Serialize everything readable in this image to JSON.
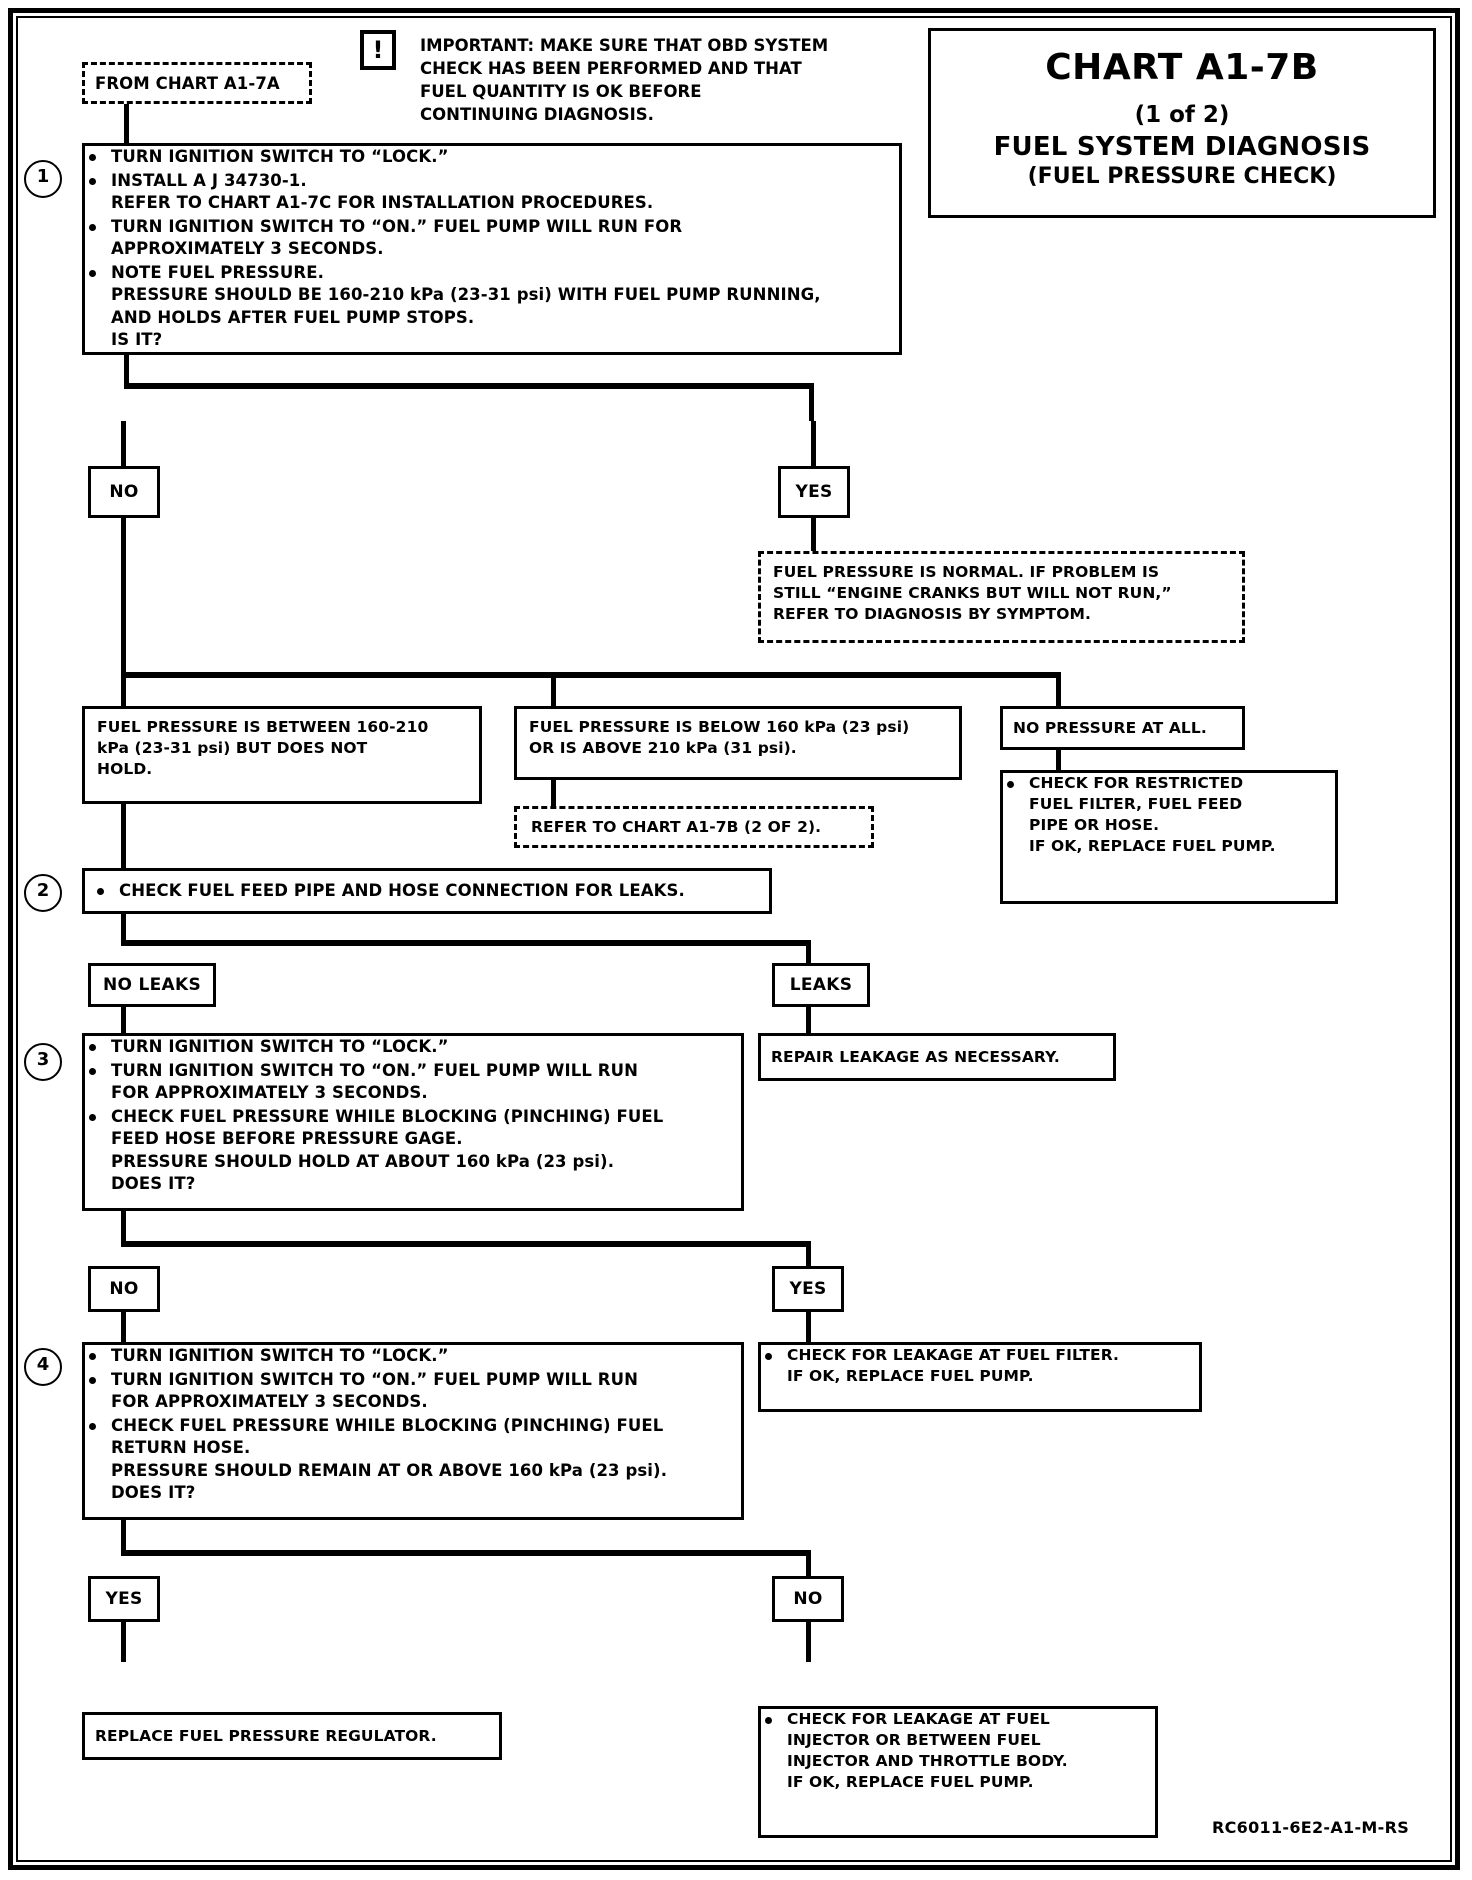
{
  "title": {
    "chart_id": "CHART A1-7B",
    "page_of": "(1 of 2)",
    "name": "FUEL SYSTEM DIAGNOSIS",
    "subtitle": "(FUEL PRESSURE CHECK)"
  },
  "important": {
    "icon": "exclamation-in-box",
    "line1": "IMPORTANT:  MAKE SURE THAT OBD SYSTEM",
    "line2": "CHECK HAS BEEN PERFORMED AND THAT",
    "line3": "FUEL QUANTITY IS OK BEFORE",
    "line4": "CONTINUING DIAGNOSIS."
  },
  "entry": {
    "label": "FROM CHART A1-7A"
  },
  "steps": {
    "one": {
      "number": "1",
      "bullets": [
        {
          "main": "TURN IGNITION SWITCH TO “LOCK.”",
          "subs": []
        },
        {
          "main": "INSTALL A J 34730-1.",
          "subs": [
            "REFER TO CHART A1-7C FOR INSTALLATION PROCEDURES."
          ]
        },
        {
          "main": "TURN IGNITION SWITCH TO “ON.”  FUEL PUMP WILL RUN FOR",
          "subs": [
            "APPROXIMATELY 3 SECONDS."
          ]
        },
        {
          "main": "NOTE FUEL PRESSURE.",
          "subs": [
            "PRESSURE SHOULD BE 160-210 kPa (23-31 psi) WITH FUEL PUMP RUNNING,",
            "AND HOLDS AFTER FUEL PUMP STOPS.",
            "IS IT?"
          ]
        }
      ]
    },
    "two": {
      "number": "2",
      "bullets": [
        {
          "main": "CHECK FUEL FEED PIPE AND HOSE CONNECTION FOR LEAKS.",
          "subs": []
        }
      ]
    },
    "three": {
      "number": "3",
      "bullets": [
        {
          "main": "TURN IGNITION SWITCH TO “LOCK.”",
          "subs": []
        },
        {
          "main": "TURN IGNITION SWITCH TO “ON.”  FUEL PUMP WILL RUN",
          "subs": [
            "FOR APPROXIMATELY 3 SECONDS."
          ]
        },
        {
          "main": "CHECK FUEL PRESSURE WHILE BLOCKING (PINCHING) FUEL",
          "subs": [
            "FEED HOSE BEFORE PRESSURE GAGE.",
            "PRESSURE SHOULD HOLD AT ABOUT 160 kPa (23 psi).",
            "DOES IT?"
          ]
        }
      ]
    },
    "four": {
      "number": "4",
      "bullets": [
        {
          "main": "TURN IGNITION SWITCH TO “LOCK.”",
          "subs": []
        },
        {
          "main": "TURN IGNITION SWITCH TO “ON.”  FUEL PUMP WILL RUN",
          "subs": [
            "FOR APPROXIMATELY 3 SECONDS."
          ]
        },
        {
          "main": "CHECK FUEL PRESSURE WHILE BLOCKING (PINCHING) FUEL",
          "subs": [
            "RETURN HOSE.",
            "PRESSURE SHOULD REMAIN AT OR ABOVE 160 kPa (23 psi).",
            "DOES IT?"
          ]
        }
      ]
    }
  },
  "labels": {
    "no_1": "NO",
    "yes_1": "YES",
    "no_leaks": "NO LEAKS",
    "leaks": "LEAKS",
    "no_3": "NO",
    "yes_3": "YES",
    "yes_4": "YES",
    "no_4": "NO"
  },
  "results": {
    "pressure_normal": {
      "line1": "FUEL PRESSURE IS NORMAL.  IF PROBLEM IS",
      "line2": "STILL “ENGINE CRANKS BUT WILL NOT RUN,”",
      "line3": "REFER TO  DIAGNOSIS BY SYMPTOM."
    },
    "between": {
      "line1": "FUEL PRESSURE IS BETWEEN 160-210",
      "line2": "kPa (23-31 psi) BUT DOES NOT",
      "line3": "HOLD."
    },
    "below_above": {
      "line1": "FUEL PRESSURE IS BELOW 160 kPa (23 psi)",
      "line2": "OR IS ABOVE 210 kPa (31 psi)."
    },
    "refer_2of2": {
      "text": "REFER TO CHART A1-7B (2 OF 2)."
    },
    "no_pressure": {
      "text": "NO PRESSURE AT ALL."
    },
    "check_restricted": {
      "bullet": "CHECK FOR RESTRICTED",
      "line2": "FUEL FILTER, FUEL FEED",
      "line3": "PIPE OR HOSE.",
      "line4": "IF OK, REPLACE FUEL PUMP."
    },
    "repair_leakage": {
      "text": "REPAIR LEAKAGE AS NECESSARY."
    },
    "check_filter": {
      "bullet": "CHECK FOR LEAKAGE AT FUEL FILTER.",
      "line2": "IF OK, REPLACE FUEL PUMP."
    },
    "replace_regulator": {
      "text": "REPLACE FUEL PRESSURE REGULATOR."
    },
    "check_injector": {
      "bullet": "CHECK FOR LEAKAGE AT FUEL",
      "line2": "INJECTOR OR BETWEEN FUEL",
      "line3": "INJECTOR AND THROTTLE BODY.",
      "line4": "IF OK, REPLACE FUEL PUMP."
    }
  },
  "footer": {
    "code": "RC6011-6E2-A1-M-RS"
  }
}
